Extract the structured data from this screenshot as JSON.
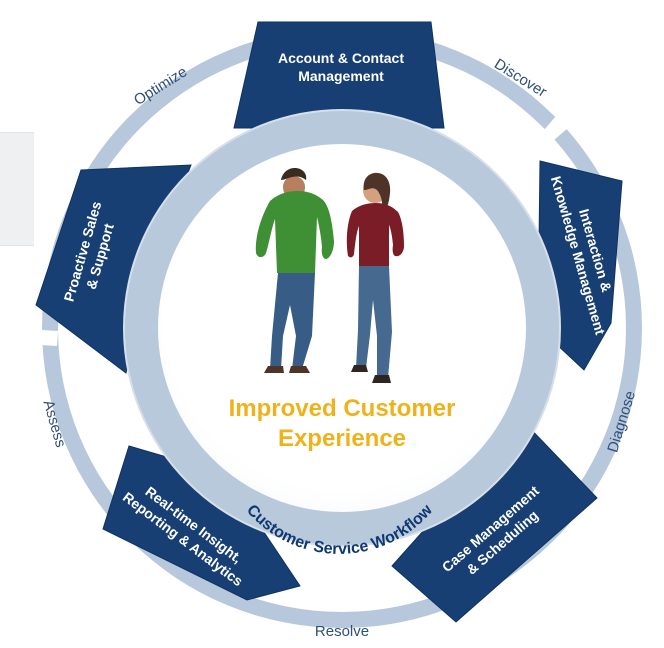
{
  "center": {
    "title_line1": "Improved Customer",
    "title_line2": "Experience",
    "workflow_label": "Customer Service Workflow"
  },
  "segments": {
    "account_contact": {
      "line1": "Account & Contact",
      "line2": "Management"
    },
    "interaction_knowledge": {
      "line1": "Interaction &",
      "line2": "Knowledge Management"
    },
    "case_scheduling": {
      "line1": "Case Management",
      "line2": "& Scheduling"
    },
    "realtime_insight": {
      "line1": "Real-time Insight,",
      "line2": "Reporting & Analytics"
    },
    "proactive_sales": {
      "line1": "Proactive Sales",
      "line2": "& Support"
    }
  },
  "phases": {
    "optimize": "Optimize",
    "discover": "Discover",
    "diagnose": "Diagnose",
    "resolve": "Resolve",
    "assess": "Assess"
  },
  "colors": {
    "outer_ring": "#b8c8dc",
    "inner_ring": "#b9c9dc",
    "segment_fill": "#173f73",
    "phase_text": "#304f79",
    "workflow_text": "#0f3770",
    "center_title": "#f0b21a"
  }
}
